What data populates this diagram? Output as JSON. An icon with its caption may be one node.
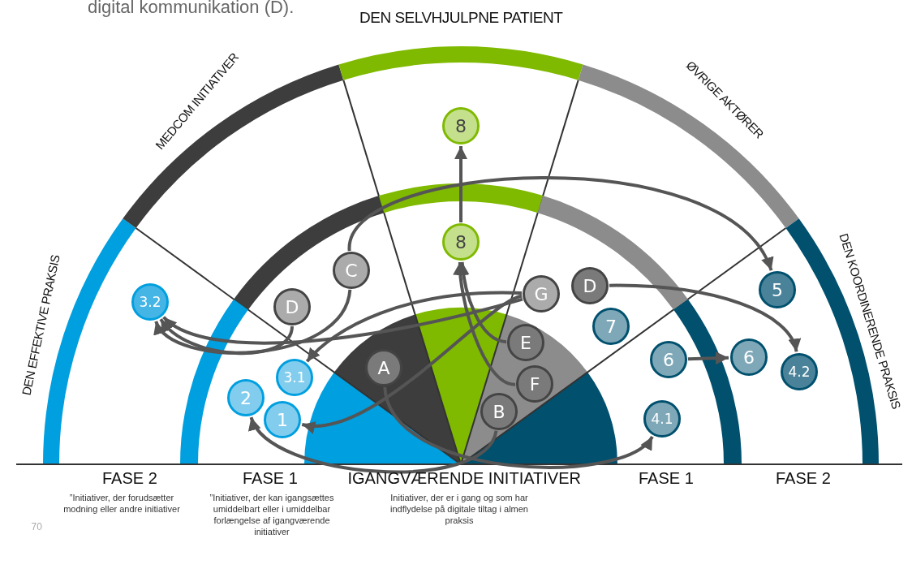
{
  "diagram": {
    "nodes": [
      {
        "text": [
          "3.2"
        ]
      },
      {
        "text": [
          "D"
        ]
      },
      {
        "text": [
          "C"
        ]
      },
      {
        "text": [
          "3.1"
        ]
      },
      {
        "text": [
          "2"
        ]
      },
      {
        "text": [
          "1"
        ]
      },
      {
        "text": [
          "A"
        ]
      },
      {
        "text": [
          "8"
        ]
      },
      {
        "text": [
          "8"
        ]
      },
      {
        "text": [
          "G"
        ]
      },
      {
        "text": [
          "D"
        ]
      },
      {
        "text": [
          "E"
        ]
      },
      {
        "text": [
          "F"
        ]
      },
      {
        "text": [
          "B"
        ]
      },
      {
        "text": [
          "7"
        ]
      },
      {
        "text": [
          "5"
        ]
      },
      {
        "text": [
          "6"
        ]
      },
      {
        "text": [
          "6"
        ]
      },
      {
        "text": [
          "4.2"
        ]
      },
      {
        "text": [
          "4.1"
        ]
      }
    ],
    "edges": [
      {
        "from": 8,
        "to": 7,
        "arrow": "to"
      },
      {
        "from": 2,
        "to": 15,
        "arrow": "to"
      },
      {
        "from": 1,
        "to": 0,
        "arrow": "to"
      },
      {
        "from": 2,
        "to": 0,
        "arrow": "to"
      },
      {
        "from": 9,
        "to": 3,
        "arrow": "to"
      },
      {
        "from": 9,
        "to": 0,
        "arrow": "to"
      },
      {
        "from": 11,
        "to": 8,
        "arrow": "to"
      },
      {
        "from": 12,
        "to": 8,
        "arrow": "to"
      },
      {
        "from": 9,
        "to": 5,
        "arrow": "to"
      },
      {
        "from": 6,
        "to": 19,
        "arrow": "to"
      },
      {
        "from": 13,
        "to": 4,
        "arrow": "to"
      },
      {
        "from": 10,
        "to": 18,
        "arrow": "to"
      },
      {
        "from": 16,
        "to": 17,
        "arrow": "to"
      }
    ],
    "labels": [
      "digital kommunikation (D).",
      "DEN SELVHJULPNE PATIENT",
      "MEDCOM INITIATIVER",
      "ØVRIGE AKTØRER",
      "DEN EFFEKTIVE PRAKSIS",
      "DEN KOORDINERENDE PRAKSIS",
      "FASE 2",
      "FASE 1",
      "IGANGVÆRENDE INITIATIVER",
      "FASE 1",
      "FASE 2",
      "”Initiativer, der forudsætter modning eller andre initiativer",
      "”Initiativer, der kan igangsættes umiddelbart eller i umiddelbar forlængelse af igangværende initiativer",
      "Initiativer, der er i gang og som har indflydelse på digitale tiltag i almen praksis",
      "70"
    ]
  }
}
